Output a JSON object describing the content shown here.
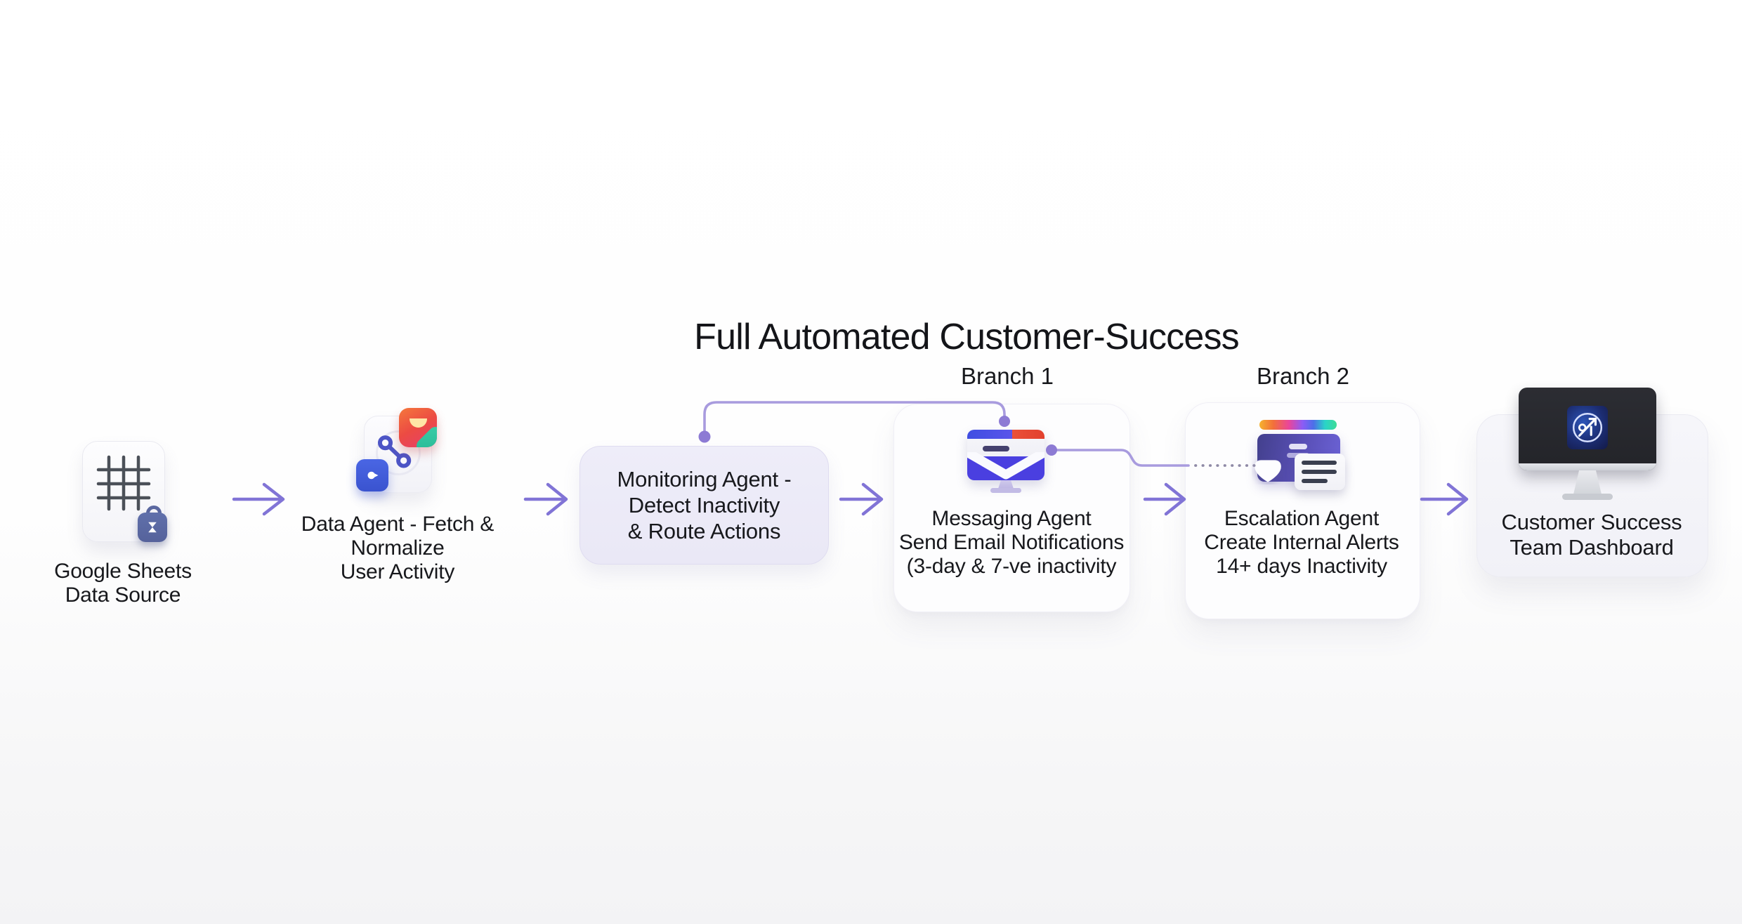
{
  "title": "Full Automated Customer-Success",
  "branch_labels": {
    "branch1": "Branch 1",
    "branch2": "Branch 2"
  },
  "nodes": {
    "sheets": {
      "icon": "spreadsheet-grid-icon",
      "badge": "hourglass-lock-badge-icon",
      "lines": [
        "Google Sheets",
        "Data Source"
      ]
    },
    "data_agent": {
      "icon": "share-nodes-icon",
      "badges": [
        "gradient-app-badge-icon",
        "blue-notifier-badge-icon"
      ],
      "lines": [
        "Data Agent - Fetch &",
        "Normalize",
        "User Activity"
      ]
    },
    "monitoring": {
      "lines": [
        "Monitoring Agent -",
        "Detect Inactivity",
        "& Route Actions"
      ]
    },
    "messaging": {
      "icon": "email-monitor-icon",
      "lines": [
        "Messaging Agent",
        "Send Email Notifications",
        "(3-day & 7-ve inactivity"
      ]
    },
    "escalation": {
      "icon": "alert-card-notes-icon",
      "lines": [
        "Escalation Agent",
        "Create Internal Alerts",
        "14+ days Inactivity"
      ]
    },
    "dashboard": {
      "icon": "desktop-analytics-monitor-icon",
      "lines": [
        "Customer Success",
        "Team Dashboard"
      ]
    }
  },
  "connectors": {
    "flow_arrows": 5,
    "branch1_curve": "monitoring-top to messaging-top",
    "branch2_link": "messaging-right to escalation-icon (dotted tail)"
  },
  "colors": {
    "arrow_purple": "#8174d6",
    "curve_purple": "#a89bde",
    "dot_purple": "#8d7bd4",
    "dotted_gray": "#8f8aa6",
    "monitoring_fill": "#edecf8",
    "envelope_indigo": "#4countries338d8",
    "indigo": "#4f46e5",
    "bar_blue": "#3f4ee2",
    "bar_red": "#e2402e",
    "slate_badge": "#5b68a0",
    "blue_badge": "#3f5bd6",
    "teal": "#2fbf9f",
    "text": "#17181c"
  }
}
